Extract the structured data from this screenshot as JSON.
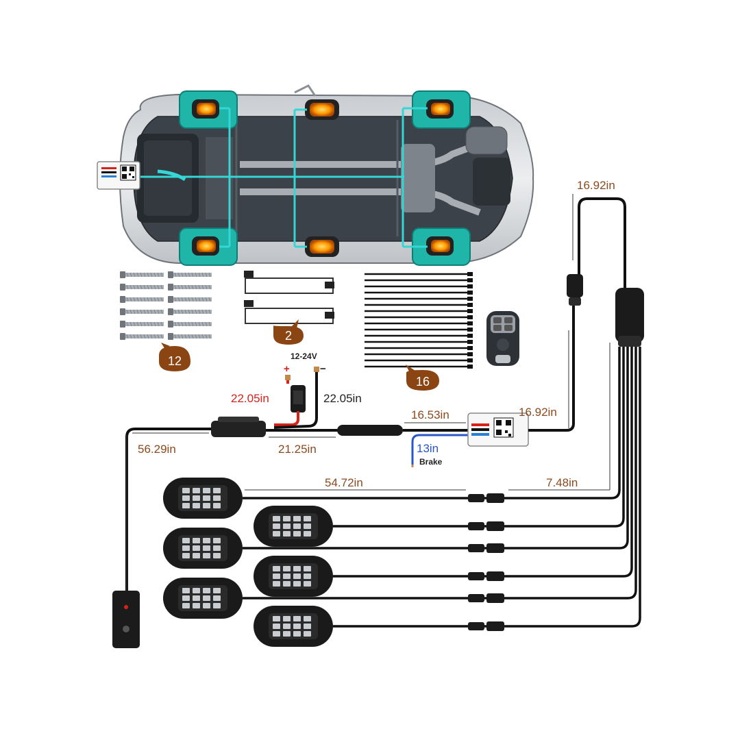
{
  "badges": {
    "screws_count": "12",
    "connectors_count": "2",
    "zip_ties_count": "16"
  },
  "power": {
    "voltage_label": "12-24V",
    "plus_sign": "+",
    "minus_sign": "−"
  },
  "dimensions": {
    "red_wire": "22.05in",
    "black_wire": "22.05in",
    "main_to_switch": "56.29in",
    "fuse_to_joint": "21.25in",
    "joint_to_controller": "16.53in",
    "controller_out": "16.92in",
    "top_loop": "16.92in",
    "brake_wire": "13in",
    "pod_cable": "54.72in",
    "splitter_tail": "7.48in"
  },
  "labels": {
    "brake": "Brake"
  },
  "colors": {
    "dimension_text": "#8b4a1e",
    "wire_red": "#d8211b",
    "wire_blue": "#2a56c7",
    "cyan_wiring": "#35d6d6",
    "tire_teal": "#1fb5a9",
    "pod_amber": "#ffb000",
    "badge_brown": "#8b4513"
  }
}
